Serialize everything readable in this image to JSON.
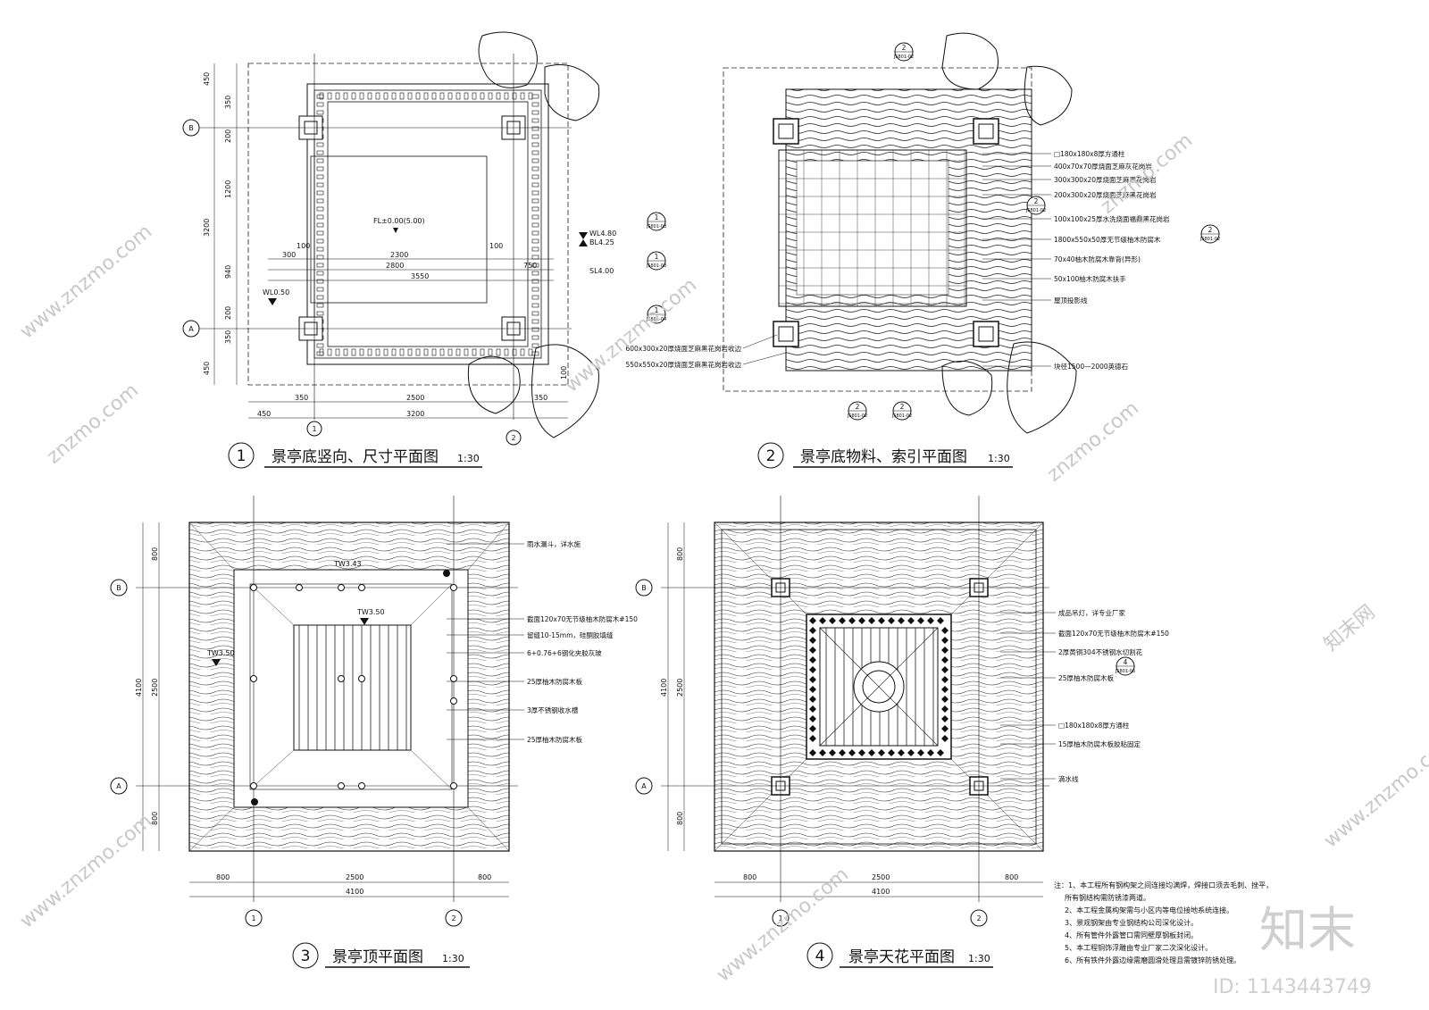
{
  "plans": [
    {
      "number": "1",
      "title": "景亭底竖向、尺寸平面图",
      "scale": "1:30"
    },
    {
      "number": "2",
      "title": "景亭底物料、索引平面图",
      "scale": "1:30"
    },
    {
      "number": "3",
      "title": "景亭顶平面图",
      "scale": "1:30"
    },
    {
      "number": "4",
      "title": "景亭天花平面图",
      "scale": "1:30"
    }
  ],
  "plan1": {
    "dims_left": [
      "450",
      "350",
      "200",
      "1200",
      "940",
      "200",
      "350",
      "450"
    ],
    "dims_left_outer": [
      "3200"
    ],
    "dims_bottom": [
      "350",
      "2500",
      "350",
      "450",
      "3200"
    ],
    "inner_dims": [
      "300",
      "100",
      "2300",
      "100",
      "2800",
      "3550",
      "750"
    ],
    "elevations": {
      "fl": "FL±0.00(5.00)",
      "wl_left": "WL0.50",
      "wl_right": "WL4.80",
      "bl": "BL4.25",
      "sl": "SL4.00"
    },
    "axes": [
      "B",
      "A",
      "1",
      "2"
    ],
    "side_dim": "100"
  },
  "plan2": {
    "labels": [
      "□180x180x8厚方通柱",
      "400x70x70厚烧面芝麻灰花岗岩",
      "300x300x20厚烧面芝麻黑花岗岩",
      "200x300x20厚烧面芝麻黑花岗岩",
      "100x100x25厚水洗烧面福鼎黑花岗岩",
      "1800x550x50厚无节级柚木防腐木",
      "70x40柚木防腐木靠背(异形)",
      "50x100柚木防腐木扶手",
      "屋顶投影线",
      "块径1500—2000英德石"
    ],
    "left_labels": [
      "600x300x20厚烧面芝麻黑花岗岩收边",
      "550x550x20厚烧面芝麻黑花岗岩收边"
    ],
    "index_marks": [
      {
        "n": "2",
        "ref": "JS801-02"
      },
      {
        "n": "1",
        "ref": "JS801-03"
      },
      {
        "n": "1",
        "ref": "JS801-03"
      },
      {
        "n": "1",
        "ref": "JS801-04"
      },
      {
        "n": "2",
        "ref": "JS801-02"
      },
      {
        "n": "2",
        "ref": "JS801-02"
      },
      {
        "n": "2",
        "ref": "JS801-02"
      },
      {
        "n": "2",
        "ref": "JS801-02"
      }
    ]
  },
  "plan3": {
    "labels": [
      "雨水漏斗，详水施",
      "截面120x70无节级柚木防腐木#150",
      "留缝10-15mm，硅酮胶填缝",
      "6+0.76+6钢化夹胶灰玻",
      "25厚柚木防腐木板",
      "3厚不锈钢收水槽",
      "25厚柚木防腐木板"
    ],
    "elevations": [
      "TW3.43",
      "TW3.50",
      "TW3.50"
    ],
    "dims_left": [
      "800",
      "2500",
      "800",
      "4100"
    ],
    "dims_bottom": [
      "800",
      "2500",
      "800",
      "4100"
    ],
    "axes": [
      "B",
      "A",
      "1",
      "2"
    ]
  },
  "plan4": {
    "labels": [
      "成品吊灯，详专业厂家",
      "截面120x70无节级柚木防腐木#150",
      "2厚黄铜304不锈钢水切割花",
      "25厚柚木防腐木板",
      "□180x180x8厚方通柱",
      "15厚柚木防腐木板胶粘固定",
      "滴水线"
    ],
    "index_mark": {
      "n": "4",
      "ref": "JS801-06"
    },
    "dims_left": [
      "800",
      "2500",
      "800",
      "4100"
    ],
    "dims_bottom": [
      "800",
      "2500",
      "800",
      "4100"
    ],
    "axes": [
      "B",
      "A",
      "1",
      "2"
    ]
  },
  "notes": [
    "注：1、本工程所有钢构架之间连接均满焊，焊接口须去毛刺、挫平，",
    "所有钢结构需防锈漆两道。",
    "2、本工程金属构架需与小区内等电位接地系统连接。",
    "3、景观钢架由专业钢结构公司深化设计。",
    "4、所有管件外露管口需同壁厚钢板封闭。",
    "5、本工程铜饰浮雕由专业厂家二次深化设计。",
    "6、所有铁件外露边缘需磨圆滑处理且需镀锌防锈处理。"
  ],
  "watermarks": [
    "www.znzmo.com",
    "知末网",
    "znzmo.com"
  ],
  "brand": {
    "logo": "知末",
    "id": "ID: 1143443749"
  }
}
